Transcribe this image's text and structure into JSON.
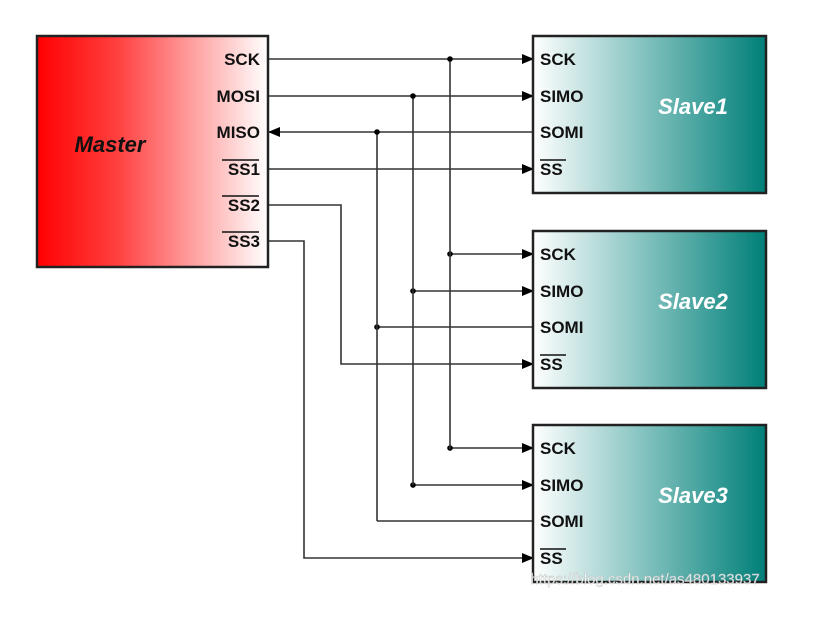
{
  "master": {
    "label": "Master",
    "pins": [
      "SCK",
      "MOSI",
      "MISO",
      "SS1",
      "SS2",
      "SS3"
    ],
    "gradient": [
      "#ff0000",
      "#ffffff"
    ]
  },
  "slaves": [
    {
      "label": "Slave1",
      "pins": [
        "SCK",
        "SIMO",
        "SOMI",
        "SS"
      ]
    },
    {
      "label": "Slave2",
      "pins": [
        "SCK",
        "SIMO",
        "SOMI",
        "SS"
      ]
    },
    {
      "label": "Slave3",
      "pins": [
        "SCK",
        "SIMO",
        "SOMI",
        "SS"
      ]
    }
  ],
  "slave_gradient": [
    "#ffffff",
    "#00807a"
  ],
  "watermark": "https://blog.csdn.net/as480133937"
}
